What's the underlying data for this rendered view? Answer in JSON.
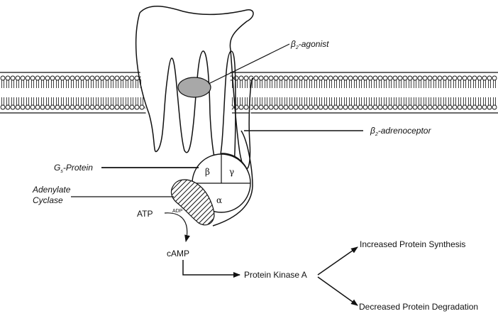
{
  "labels": {
    "agonist_beta": "β",
    "agonist_sub": "2",
    "agonist_rest": "-agonist",
    "receptor_beta": "β",
    "receptor_sub": "2",
    "receptor_rest": "-adrenoceptor",
    "gs_g": "G",
    "gs_sub": "s",
    "gs_rest": "-Protein",
    "adenylate_line1": "Adenylate",
    "adenylate_line2": "Cyclase",
    "atp": "ATP",
    "adp": "ADP",
    "camp": "cAMP",
    "pka": "Protein Kinase A",
    "synthesis": "Increased Protein Synthesis",
    "degradation": "Decreased Protein Degradation",
    "subunit_beta": "β",
    "subunit_gamma": "γ",
    "subunit_alpha": "α"
  },
  "colors": {
    "ink": "#111111",
    "agonist_fill": "#a8a8a8",
    "background": "#ffffff"
  }
}
